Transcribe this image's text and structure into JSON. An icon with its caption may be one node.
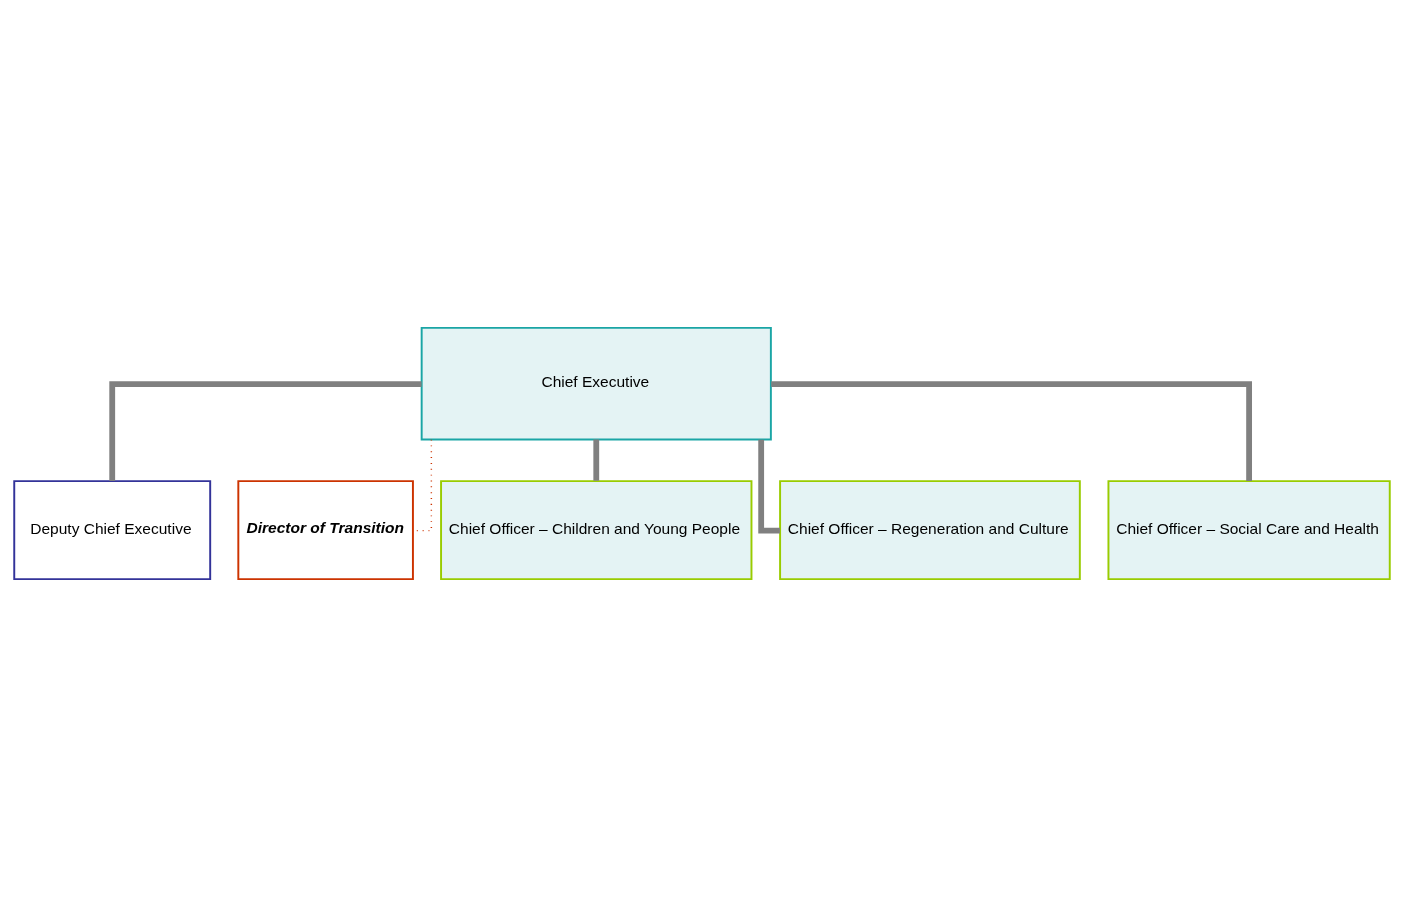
{
  "diagram": {
    "nodes": [
      {
        "text": [
          "Chief Executive"
        ]
      },
      {
        "text": [
          "Deputy Chief Executive"
        ]
      },
      {
        "text": [
          "Director of Transition"
        ]
      },
      {
        "text": [
          "Chief Officer – Children and Young People"
        ]
      },
      {
        "text": [
          "Chief Officer – Regeneration and Culture"
        ]
      },
      {
        "text": [
          "Chief Officer – Social Care and Health"
        ]
      }
    ],
    "edges": [
      {
        "from": 0,
        "to": 1,
        "arrow": "none"
      },
      {
        "from": 0,
        "to": 2,
        "arrow": "none",
        "style": "dashed",
        "color": "#cc3300"
      },
      {
        "from": 0,
        "to": 3,
        "arrow": "none"
      },
      {
        "from": 0,
        "to": 4,
        "arrow": "none"
      },
      {
        "from": 0,
        "to": 5,
        "arrow": "none"
      }
    ]
  }
}
